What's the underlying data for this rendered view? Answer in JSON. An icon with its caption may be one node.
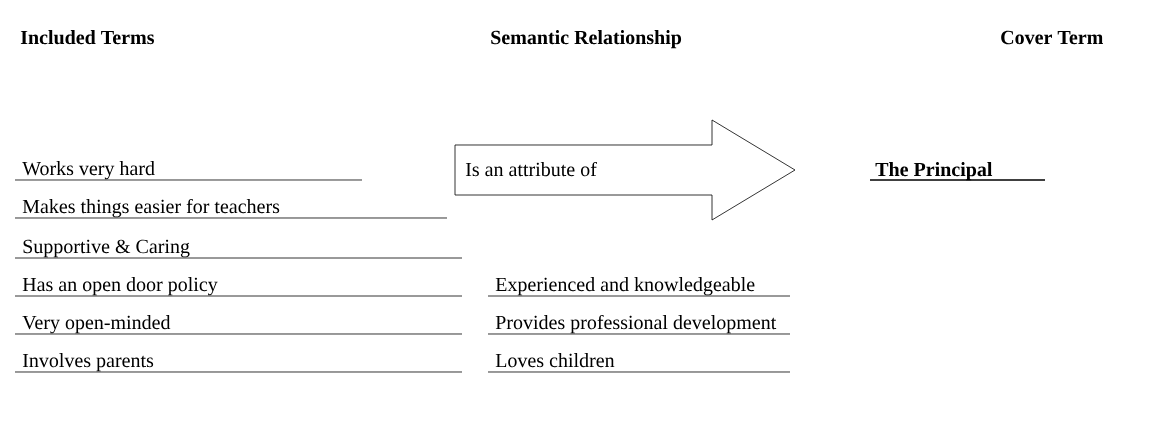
{
  "diagram": {
    "nodes": [
      {
        "text": [
          "Is an attribute of"
        ]
      }
    ],
    "labels": [
      "Included Terms",
      "Semantic Relationship",
      "Cover Term",
      "Works very hard",
      "Makes things easier for teachers",
      "The Principal",
      "Supportive & Caring",
      "Has an open door policy",
      "Experienced and knowledgeable",
      "Very open-minded",
      "Provides professional development",
      "Involves parents",
      "Loves children"
    ]
  }
}
